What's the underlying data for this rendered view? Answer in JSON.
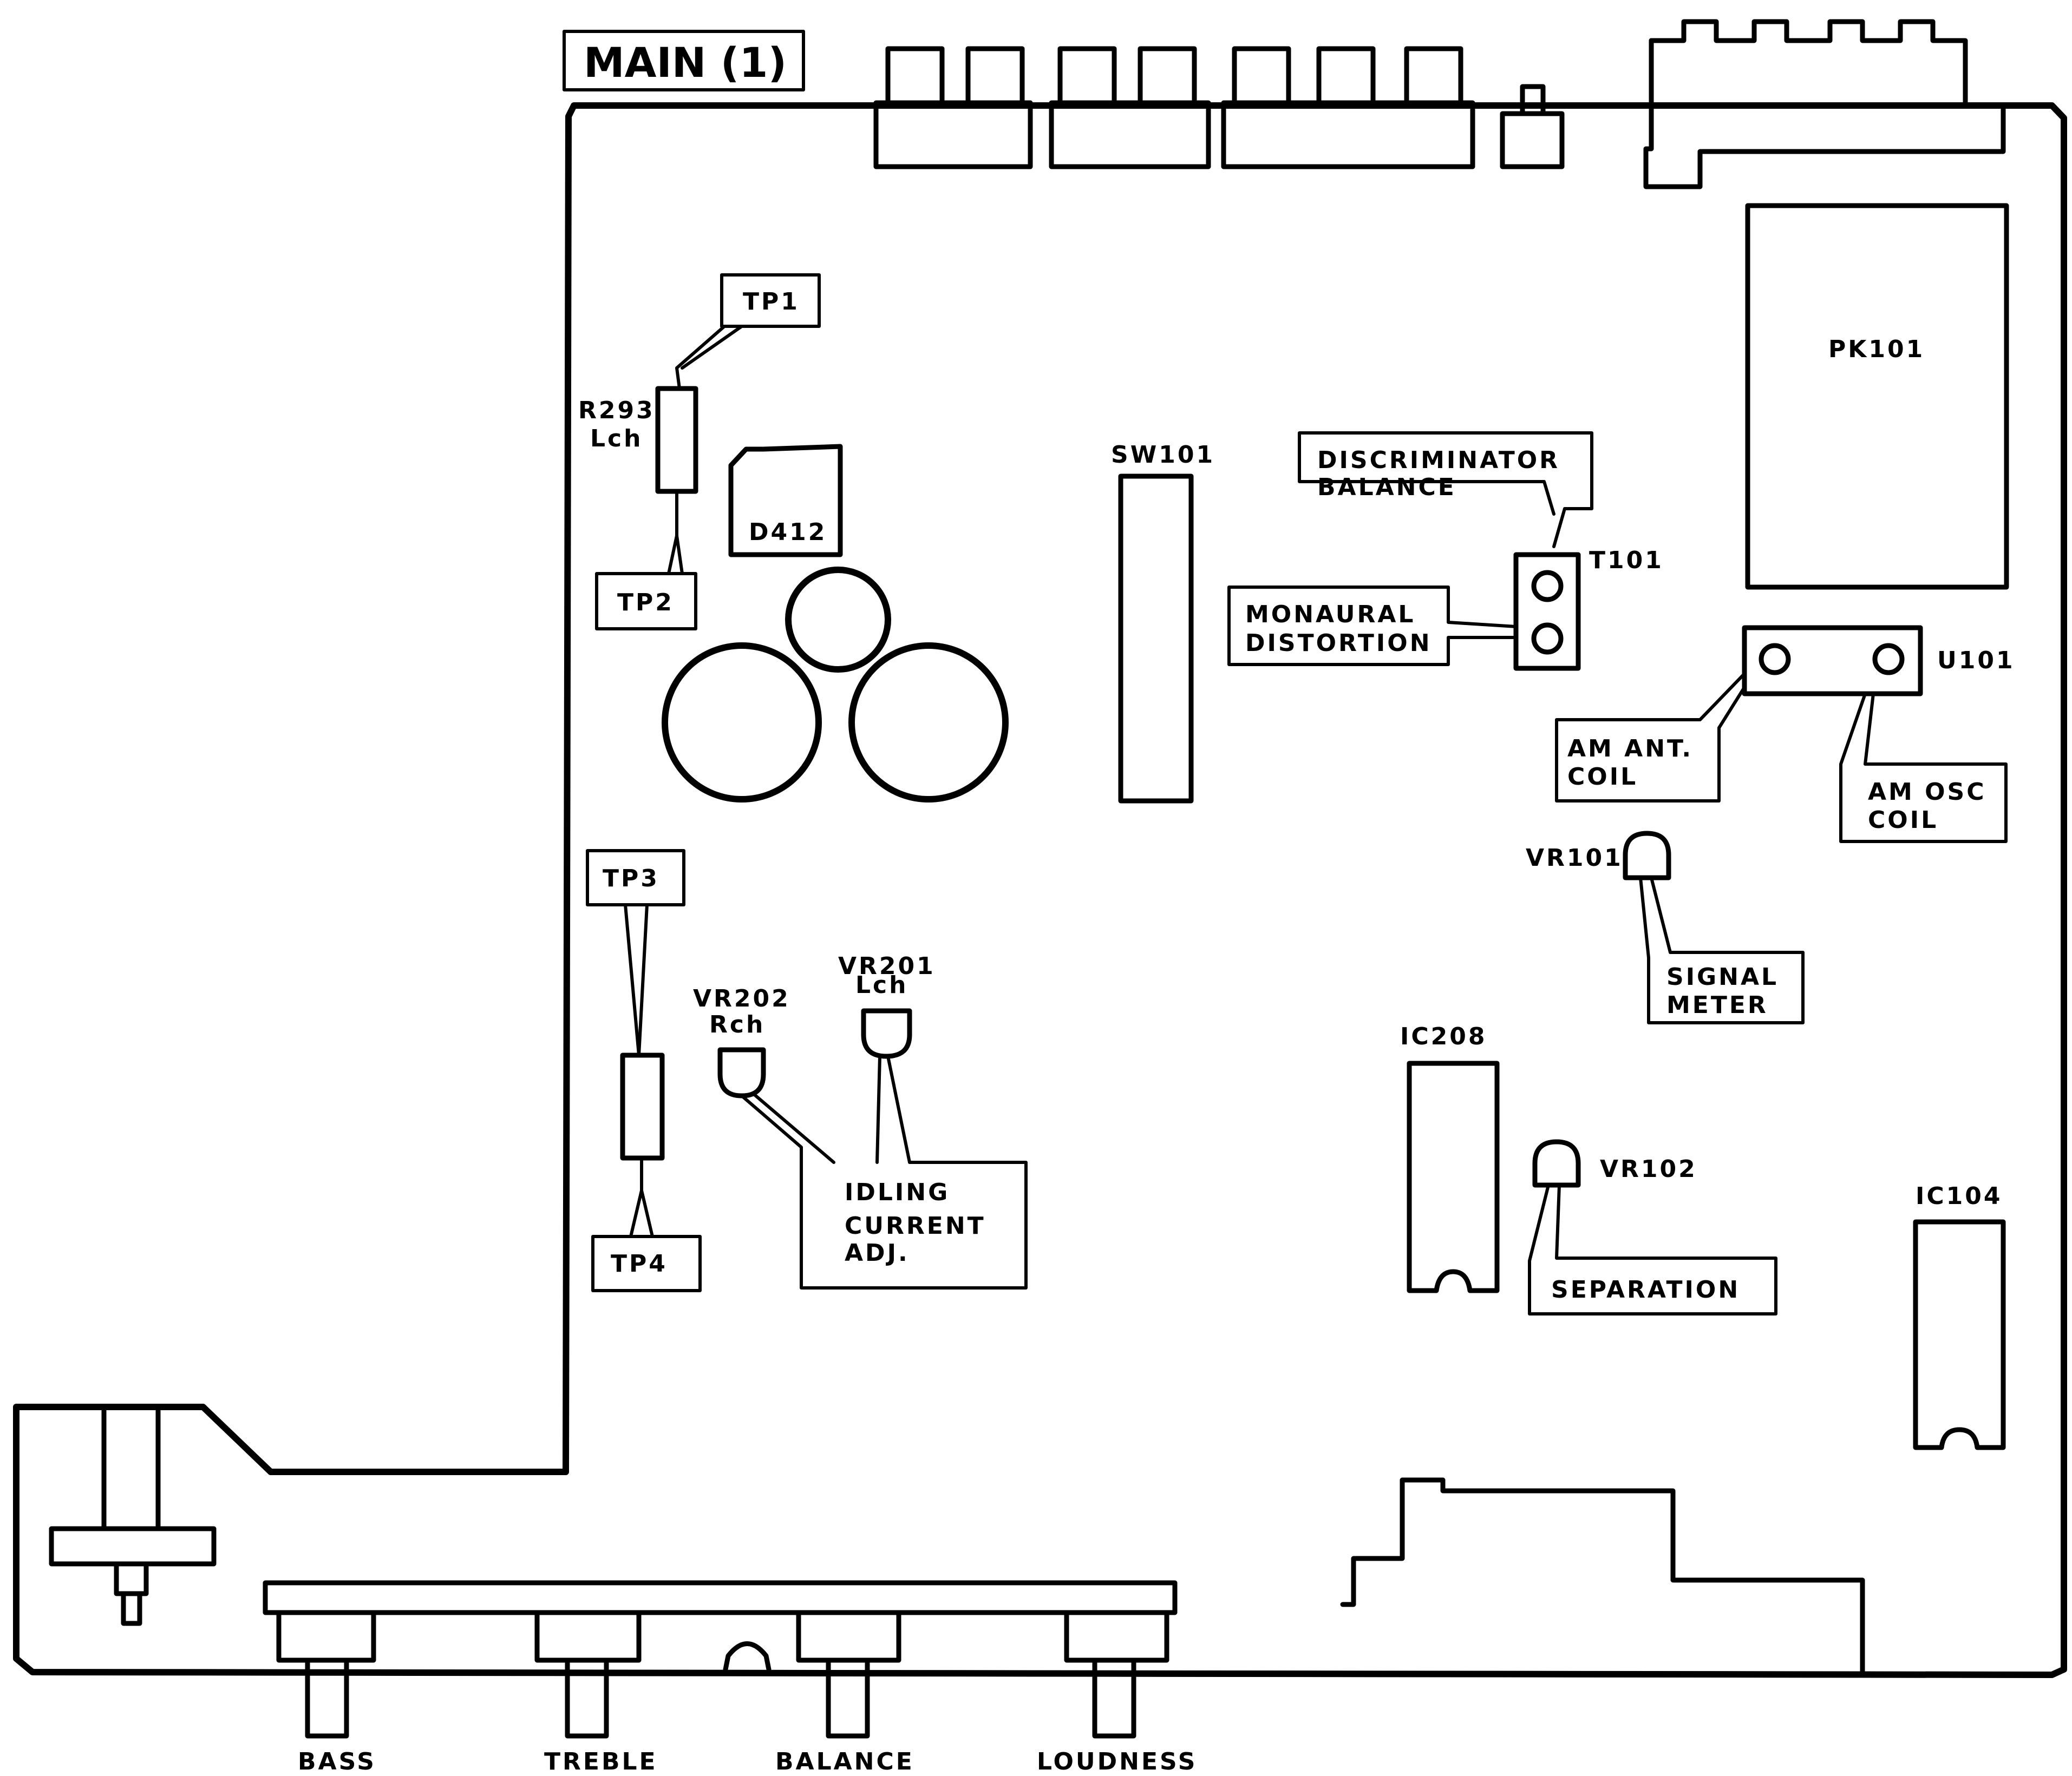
{
  "title": "MAIN (1)",
  "test_points": {
    "tp1": "TP1",
    "tp2": "TP2",
    "tp3": "TP3",
    "tp4": "TP4"
  },
  "components": {
    "r293": "R293",
    "r293_ch": "Lch",
    "d412": "D412",
    "sw101": "SW101",
    "t101": "T101",
    "pk101": "PK101",
    "u101": "U101",
    "vr101": "VR101",
    "vr102": "VR102",
    "vr201": "VR201",
    "vr201_ch": "Lch",
    "vr202": "VR202",
    "vr202_ch": "Rch",
    "ic208": "IC208",
    "ic104": "IC104"
  },
  "callouts": {
    "discriminator_balance": [
      "DISCRIMINATOR",
      "BALANCE"
    ],
    "monaural_distortion": [
      "MONAURAL",
      "DISTORTION"
    ],
    "am_ant_coil": [
      "AM  ANT.",
      "COIL"
    ],
    "am_osc_coil": [
      "AM  OSC",
      "COIL"
    ],
    "signal_meter": [
      "SIGNAL",
      "METER"
    ],
    "idling_current_adj": [
      "IDLING",
      "CURRENT",
      "ADJ."
    ],
    "separation": "SEPARATION"
  },
  "controls": {
    "bass": "BASS",
    "treble": "TREBLE",
    "balance": "BALANCE",
    "loudness": "LOUDNESS"
  }
}
